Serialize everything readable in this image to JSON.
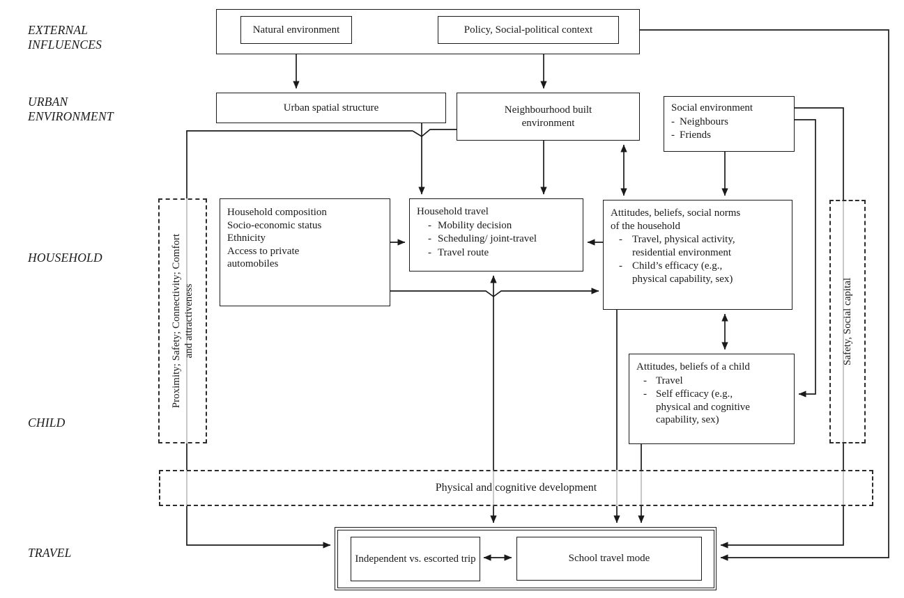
{
  "diagram": {
    "title_hint": "Conceptual framework of children's school travel",
    "colors": {
      "line": "#1a1a1a",
      "background": "#ffffff"
    },
    "row_labels": [
      "EXTERNAL INFLUENCES",
      "URBAN ENVIRONMENT",
      "HOUSEHOLD",
      "CHILD",
      "TRAVEL"
    ],
    "external": {
      "natural": "Natural environment",
      "policy": "Policy, Social-political context"
    },
    "urban": {
      "spatial": "Urban spatial structure",
      "neighbourhood": "Neighbourhood built\nenvironment",
      "social": {
        "heading": "Social environment",
        "items": [
          "Neighbours",
          "Friends"
        ]
      }
    },
    "household": {
      "composition": "Household composition\nSocio-economic status\nEthnicity\nAccess to private\nautomobiles",
      "travel": {
        "heading": "Household travel",
        "items": [
          "Mobility decision",
          "Scheduling/ joint-travel",
          "Travel route"
        ]
      },
      "attitudes": {
        "heading": "Attitudes, beliefs, social norms\nof the household",
        "items": [
          "Travel, physical activity,\nresidential environment",
          "Child’s efficacy (e.g.,\nphysical capability, sex)"
        ]
      }
    },
    "child": {
      "attitudes": {
        "heading": "Attitudes, beliefs of a child",
        "items": [
          "Travel",
          "Self efficacy (e.g.,\nphysical and cognitive\ncapability, sex)"
        ]
      }
    },
    "moderators": {
      "left": "Proximity; Safety; Connectivity; Comfort\nand attractiveness",
      "right": "Safety, Social capital",
      "development": "Physical and cognitive development"
    },
    "travel": {
      "independent": "Independent vs. escorted trip",
      "school": "School travel mode"
    }
  }
}
